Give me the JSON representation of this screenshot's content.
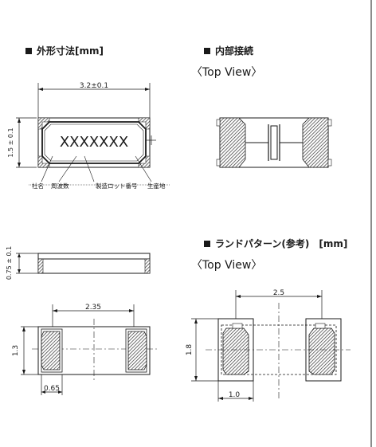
{
  "sections": {
    "outer_dimensions": {
      "title": "外形寸法[mm]"
    },
    "internal_connection": {
      "title": "内部接続",
      "view_label": "〈Top View〉"
    },
    "land_pattern": {
      "title": "ランドパターン(参考)　[mm]",
      "view_label": "〈Top View〉"
    }
  },
  "dimensions": {
    "top_length": "3.2±0.1",
    "top_width": "1.5 ± 0.1",
    "side_height": "0.75 ± 0.1",
    "bottom_pitch": "2.35",
    "bottom_height": "1.3",
    "bottom_pad_width": "0.65",
    "land_pitch": "2.5",
    "land_height": "1.8",
    "land_pad_width": "1.0"
  },
  "marking": {
    "text": "XXXXXXX",
    "labels": [
      "社名",
      "周波数",
      "製造ロット番号",
      "生産地"
    ]
  }
}
